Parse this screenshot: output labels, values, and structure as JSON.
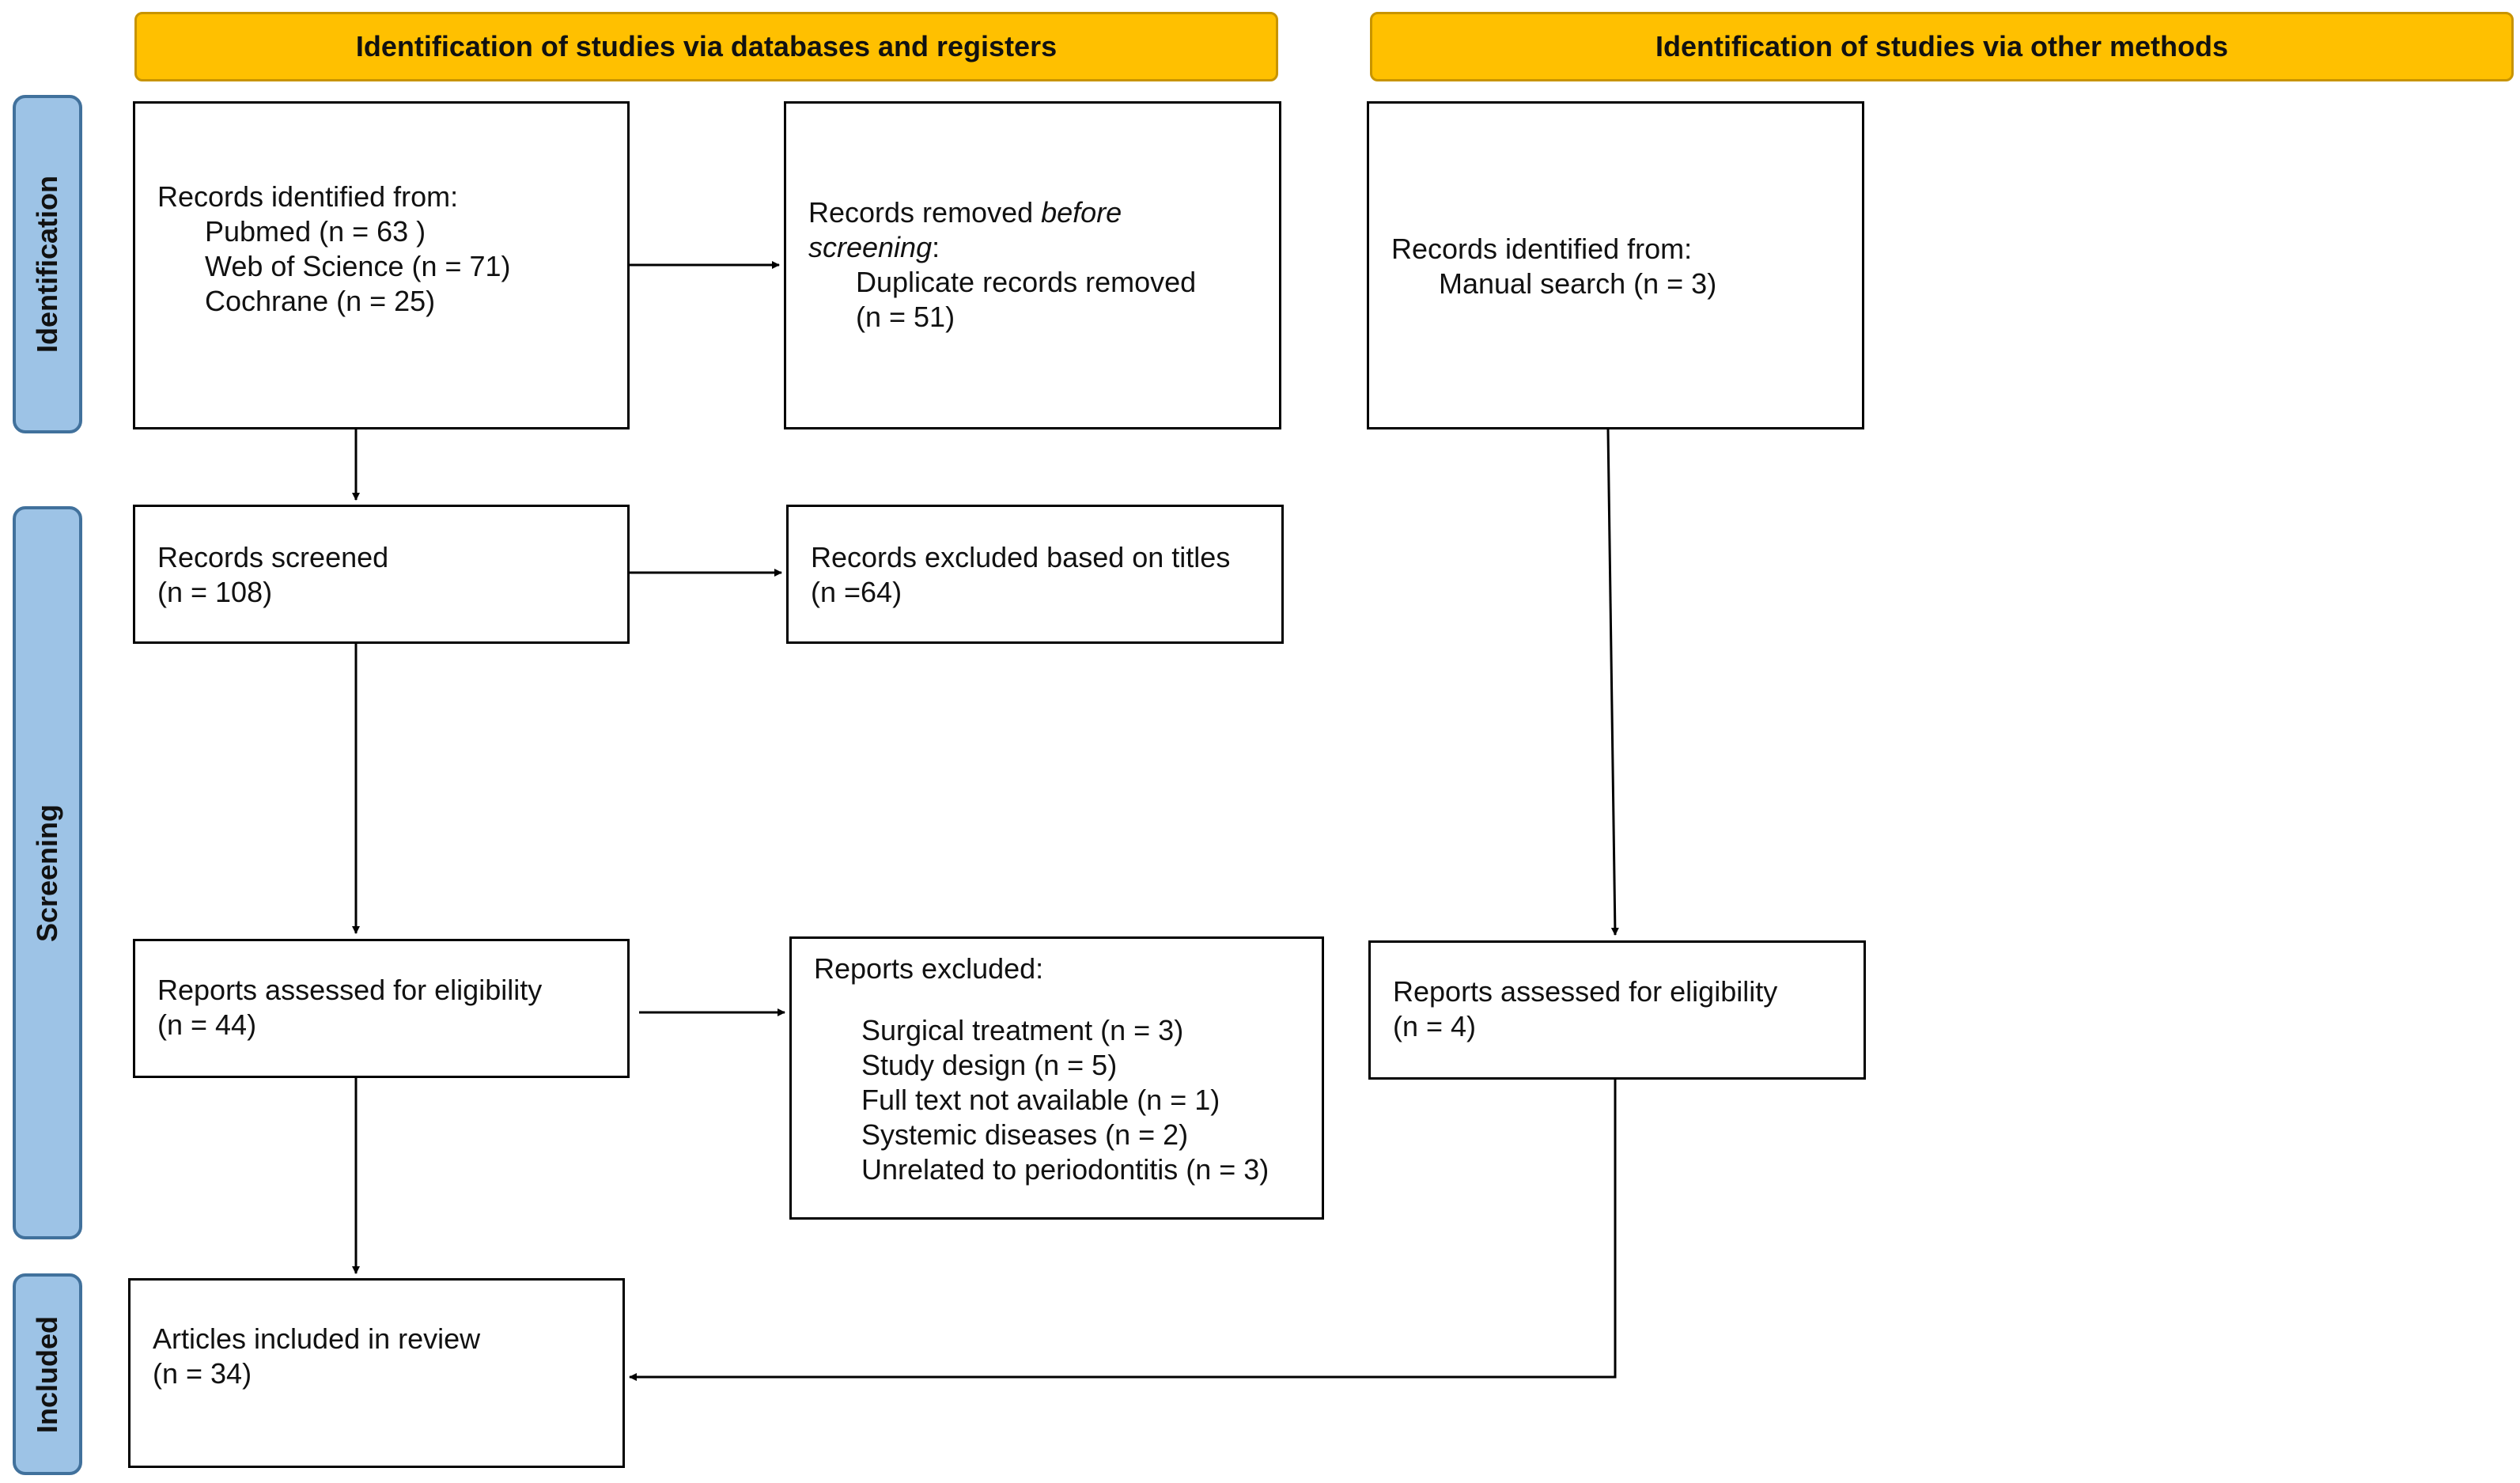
{
  "headers": {
    "databases": "Identification of studies via databases and registers",
    "other": "Identification of studies via other methods"
  },
  "phases": {
    "identification": "Identification",
    "screening": "Screening",
    "included": "Included"
  },
  "boxes": {
    "records_identified": {
      "title": "Records identified from:",
      "sources": [
        "Pubmed (n = 63 )",
        "Web of Science (n = 71)",
        "Cochrane (n = 25)"
      ]
    },
    "records_removed": {
      "title_pre": "Records removed ",
      "title_em": "before",
      "title_em2": "screening",
      "title_post": ":",
      "line1": "Duplicate records removed",
      "line2": "(n = 51)"
    },
    "other_identified": {
      "title": "Records identified from:",
      "line1": "Manual search (n = 3)"
    },
    "records_screened": {
      "title": "Records screened",
      "n": "(n = 108)"
    },
    "records_excluded": {
      "title": "Records excluded based on titles",
      "n": "(n =64)"
    },
    "reports_assessed": {
      "title": "Reports assessed for eligibility",
      "n": "(n = 44)"
    },
    "reports_excluded": {
      "title": "Reports excluded:",
      "reasons": [
        "Surgical treatment (n = 3)",
        "Study design (n = 5)",
        "Full text not available (n = 1)",
        "Systemic diseases (n = 2)",
        "Unrelated to periodontitis (n = 3)"
      ]
    },
    "other_assessed": {
      "title": "Reports assessed for eligibility",
      "n": "(n = 4)"
    },
    "included": {
      "title": "Articles included in review",
      "n": "(n = 34)"
    }
  }
}
